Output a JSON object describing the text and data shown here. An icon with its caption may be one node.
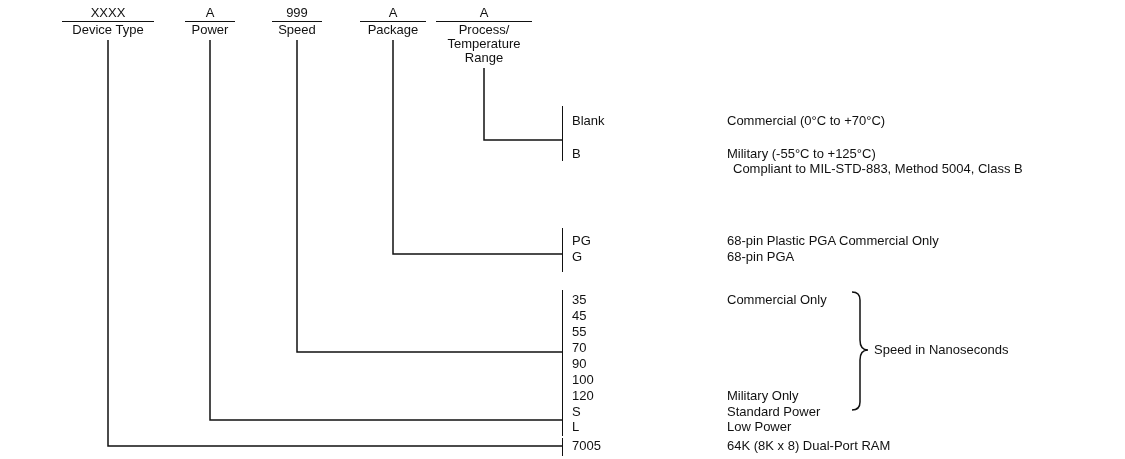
{
  "diagram": {
    "nodes": [
      {
        "text": [
          "XXXX",
          "Device Type"
        ]
      },
      {
        "text": [
          "A",
          "Power"
        ]
      },
      {
        "text": [
          "999",
          "Speed"
        ]
      },
      {
        "text": [
          "A",
          "Package"
        ]
      },
      {
        "text": [
          "A",
          "Process/ Temperature Range"
        ]
      },
      {
        "text": [
          "Blank",
          "B"
        ]
      },
      {
        "text": [
          "PG",
          "G"
        ]
      },
      {
        "text": [
          "35",
          "45",
          "55",
          "70",
          "90",
          "100",
          "120"
        ]
      },
      {
        "text": [
          "S",
          "L"
        ]
      },
      {
        "text": [
          "7005"
        ]
      }
    ],
    "edges": [
      {
        "from": 4,
        "to": 5,
        "arrow": "none"
      },
      {
        "from": 3,
        "to": 6,
        "arrow": "none"
      },
      {
        "from": 2,
        "to": 7,
        "arrow": "none"
      },
      {
        "from": 1,
        "to": 8,
        "arrow": "none"
      },
      {
        "from": 0,
        "to": 9,
        "arrow": "none"
      }
    ],
    "labels": [
      "Commercial (0°C to +70°C)",
      "Military (-55°C to +125°C)",
      "Compliant to MIL-STD-883, Method 5004, Class B",
      "68-pin Plastic PGA Commercial Only",
      "68-pin PGA",
      "Commercial Only",
      "Speed in Nanoseconds",
      "Military Only",
      "Standard Power",
      "Low Power",
      "64K (8K x 8) Dual-Port RAM"
    ]
  }
}
